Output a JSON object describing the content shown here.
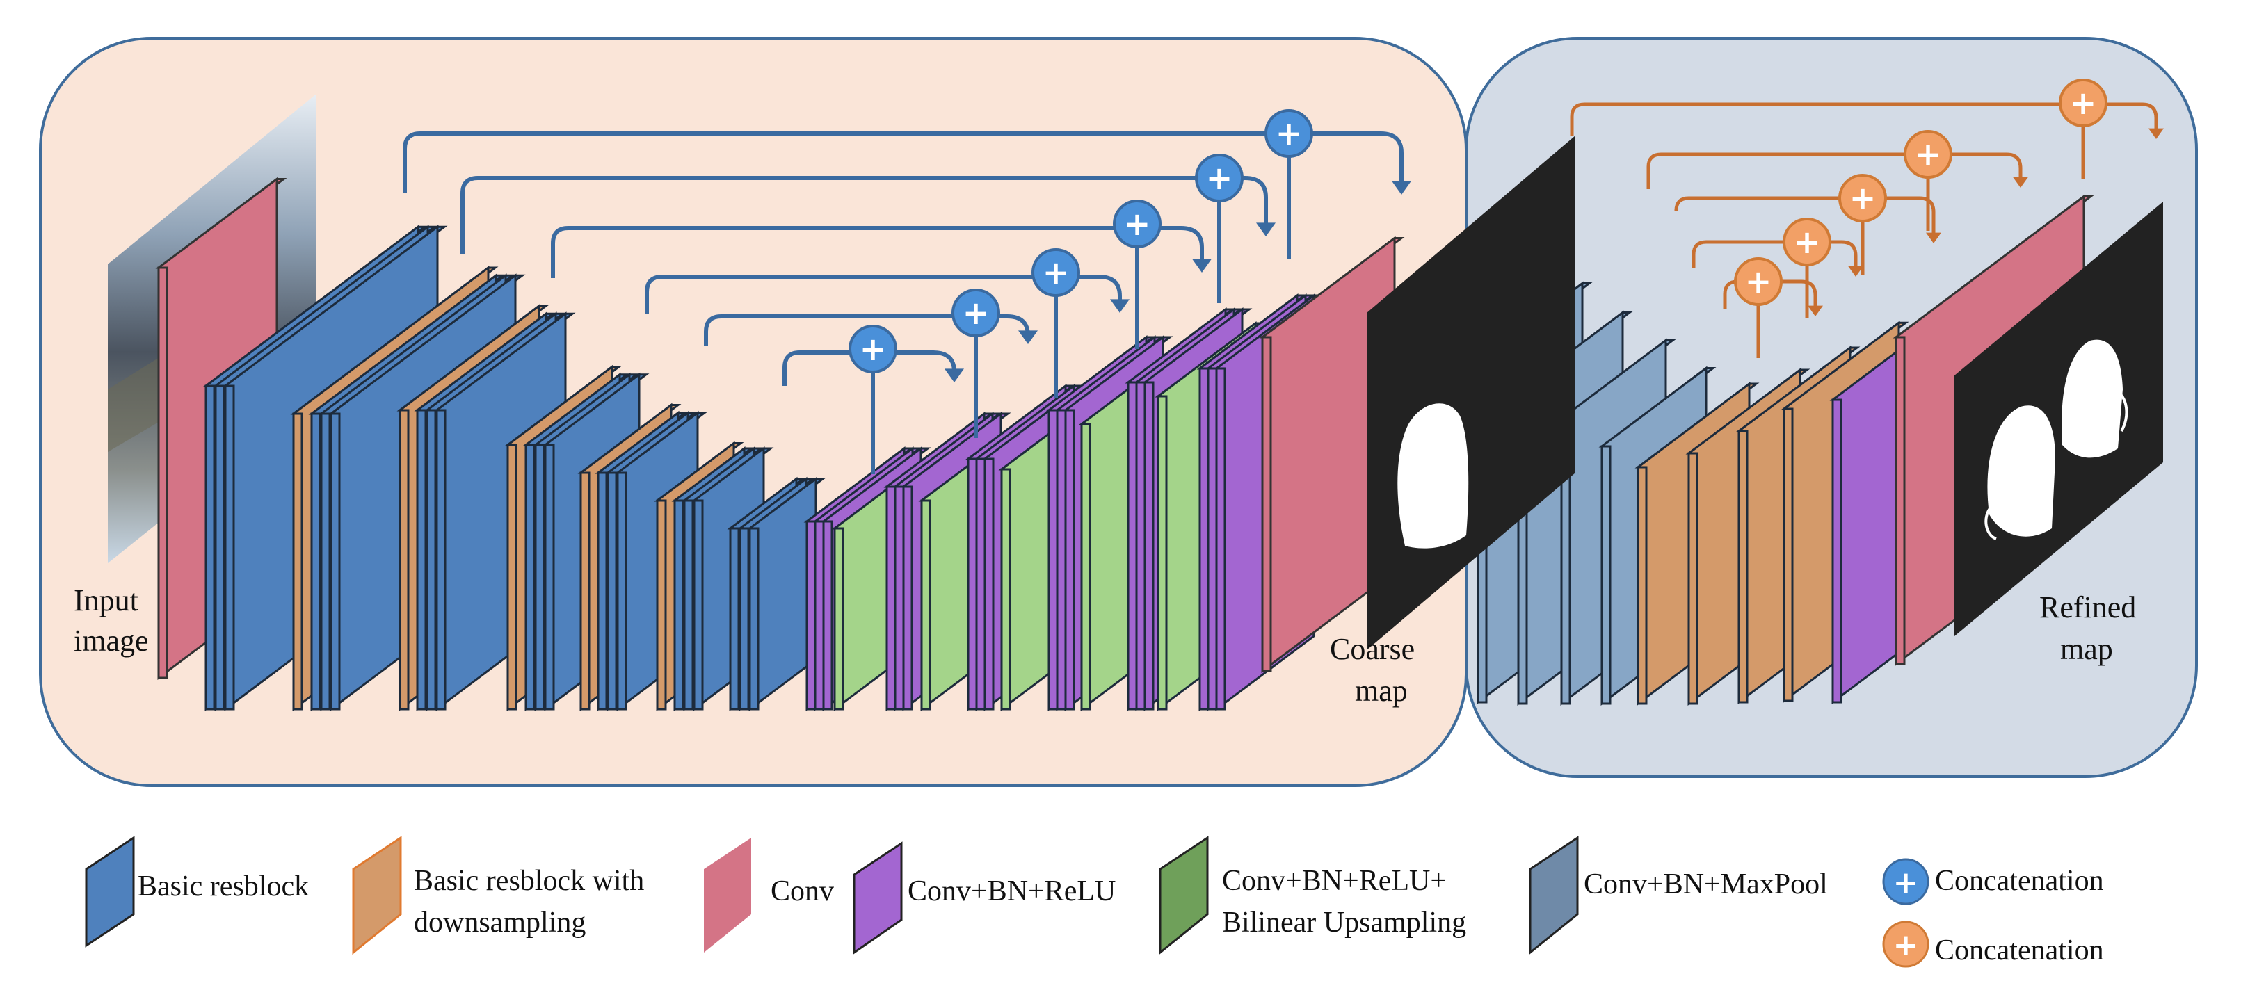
{
  "labels": {
    "input_line1": "Input",
    "input_line2": "image",
    "coarse_line1": "Coarse",
    "coarse_line2": "map",
    "refined_line1": "Refined",
    "refined_line2": "map"
  },
  "skip_symbol": "+",
  "legend": {
    "basic_resblock": "Basic resblock",
    "down_line1": "Basic resblock with",
    "down_line2": "downsampling",
    "conv": "Conv",
    "conv_bn_relu": "Conv+BN+ReLU",
    "up_line1": "Conv+BN+ReLU+",
    "up_line2": "Bilinear Upsampling",
    "maxpool": "Conv+BN+MaxPool",
    "concat_blue": "Concatenation",
    "concat_orange": "Concatenation"
  },
  "colors": {
    "coarse_bg": "#fae5d8",
    "refine_bg": "#d3dbe6",
    "panel_border": "#3f6c9b",
    "basic_resblock": "#4f81bd",
    "downsampling": "#d49a6a",
    "conv": "#d47486",
    "conv_bn_relu": "#a366d1",
    "upsampling": "#a4d48a",
    "maxpool": "#87a6c6",
    "concat_blue": "#4a90d9",
    "concat_orange": "#f2a066",
    "skip_blue": "#3a6aa0",
    "skip_orange": "#c86f30"
  }
}
